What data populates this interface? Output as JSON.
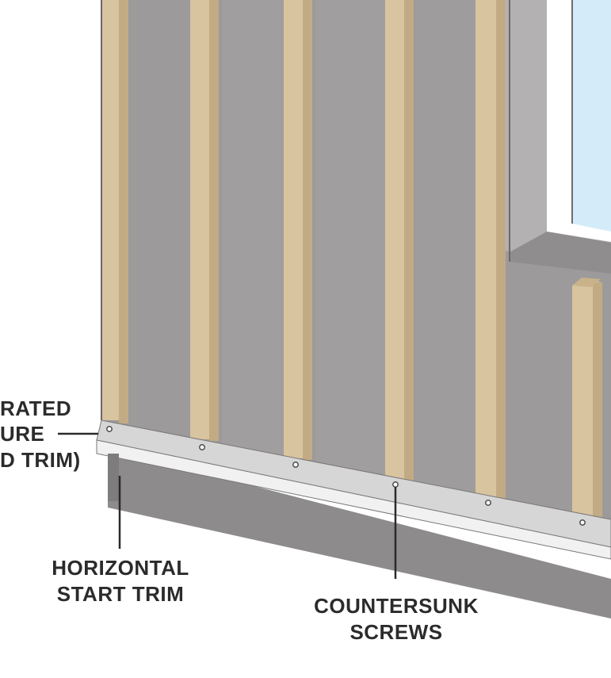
{
  "callouts": {
    "perforated_closure": {
      "lines": [
        "RATED",
        "URE",
        "D TRIM)"
      ]
    },
    "horizontal_start_trim": {
      "lines": [
        "HORIZONTAL",
        "START TRIM"
      ]
    },
    "countersunk_screws": {
      "lines": [
        "COUNTERSUNK",
        "SCREWS"
      ]
    }
  },
  "colors": {
    "wall_panel": "#9c9a9a",
    "panel_dark": "#8a8888",
    "stud_wood": "#d9c4a0",
    "stud_shadow": "#c2ab84",
    "trim_top": "#d6d6d6",
    "trim_face": "#f1f1f1",
    "foundation": "#8d8b8b",
    "window_glass": "#d4ecf9",
    "window_frame": "#ffffff",
    "window_sill": "#8f8d8d",
    "callout_line": "#2b2b2b"
  },
  "icons": {
    "screw": "screw-dot"
  }
}
